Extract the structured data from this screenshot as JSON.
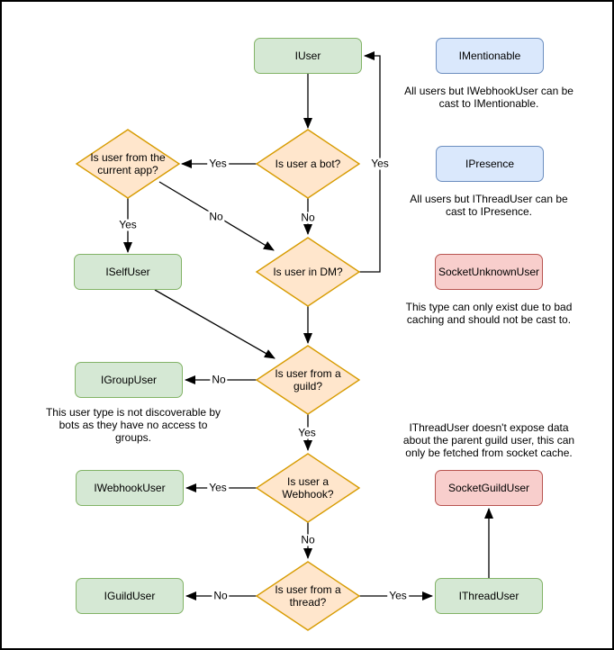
{
  "palette": {
    "background": "#ffffff",
    "border": "#000000",
    "node_green_fill": "#d5e8d4",
    "node_green_stroke": "#82b366",
    "node_blue_fill": "#dae8fc",
    "node_blue_stroke": "#6c8ebf",
    "node_red_fill": "#f8cecc",
    "node_red_stroke": "#b85450",
    "decision_fill": "#ffe6cc",
    "decision_stroke": "#d79b00",
    "edge_color": "#000000",
    "text_color": "#000000"
  },
  "nodes": {
    "iuser": "IUser",
    "imentionable": "IMentionable",
    "ipresence": "IPresence",
    "socket_unknown_user": "SocketUnknownUser",
    "iself_user": "ISelfUser",
    "igroup_user": "IGroupUser",
    "iwebhook_user": "IWebhookUser",
    "iguild_user": "IGuildUser",
    "socket_guild_user": "SocketGuildUser",
    "ithread_user": "IThreadUser"
  },
  "decisions": {
    "is_bot": "Is user a bot?",
    "is_current_app": "Is user from the\ncurrent app?",
    "is_dm": "Is user in DM?",
    "is_guild": "Is user from a\nguild?",
    "is_webhook": "Is user a\nWebhook?",
    "is_thread": "Is user from a\nthread?"
  },
  "edge_labels": {
    "bot_to_app": "Yes",
    "bot_to_dm": "No",
    "app_to_dm": "No",
    "app_to_self": "Yes",
    "dm_to_iuser": "Yes",
    "guild_to_group": "No",
    "guild_to_webhook": "Yes",
    "webhook_to_webhookuser": "Yes",
    "webhook_to_thread": "No",
    "thread_to_guilduser": "No",
    "thread_to_threaduser": "Yes"
  },
  "notes": {
    "imentionable": "All users but IWebhookUser can be\ncast to IMentionable.",
    "ipresence": "All users but IThreadUser can be\ncast to IPresence.",
    "socket_unknown_user": "This type can only exist due to bad\ncaching and should not be cast to.",
    "igroup_user": "This user type is not discoverable by\nbots as they have no access to\ngroups.",
    "ithread_user": "IThreadUser doesn't expose data\nabout the parent guild user, this can\nonly be fetched from socket cache."
  }
}
